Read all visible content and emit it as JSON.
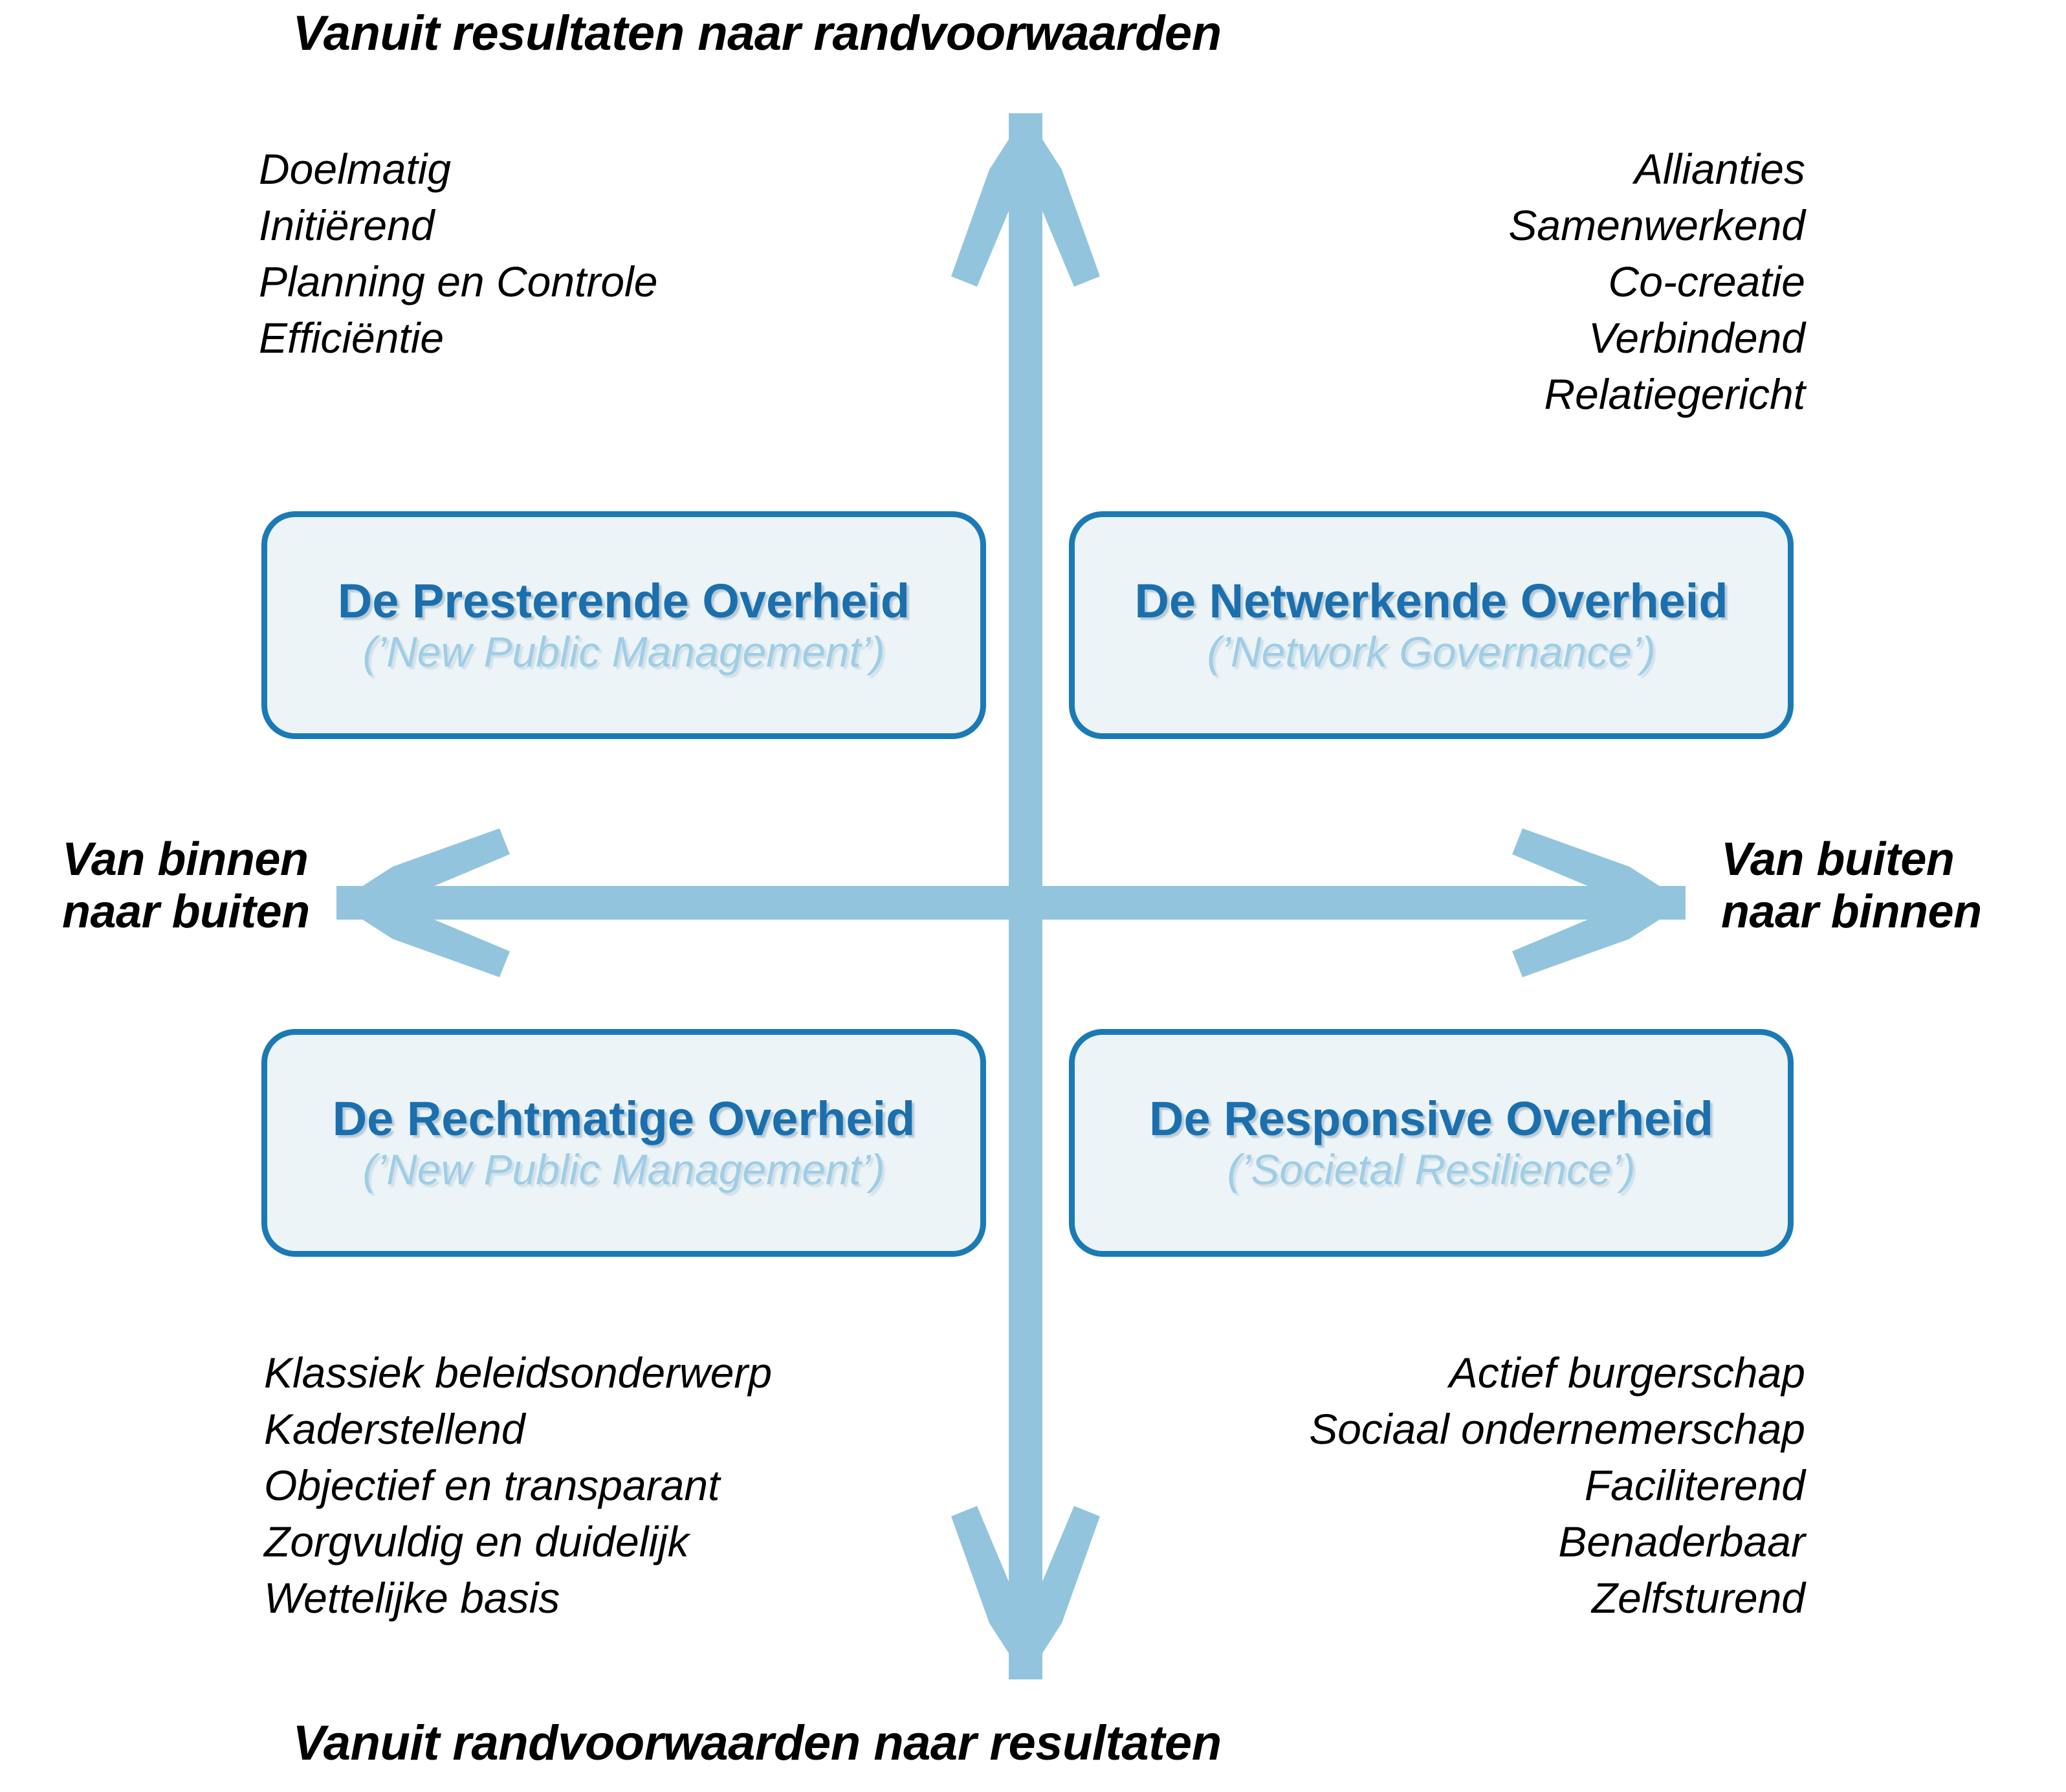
{
  "diagram": {
    "title_top": "Vanuit resultaten naar randvoorwaarden",
    "title_bottom": "Vanuit randvoorwaarden naar resultaten",
    "axis_left_line1": "Van binnen",
    "axis_left_line2": "naar buiten",
    "axis_right_line1": "Van buiten",
    "axis_right_line2": "naar binnen",
    "colors": {
      "axis_arrow": "#92c5dd",
      "box_border": "#1b7ab5",
      "box_fill": "#ecf4f7",
      "box_title": "#1b6fad",
      "box_subtitle": "#9fcde4",
      "text": "#000000"
    }
  },
  "quadrants": {
    "top_left": {
      "title": "De Presterende Overheid",
      "subtitle": "(’New Public Management’)",
      "keywords": [
        "Doelmatig",
        "Initiërend",
        "Planning en Controle",
        "Efficiëntie"
      ]
    },
    "top_right": {
      "title": "De Netwerkende Overheid",
      "subtitle": "(’Network Governance’)",
      "keywords": [
        "Allianties",
        "Samenwerkend",
        "Co-creatie",
        "Verbindend",
        "Relatiegericht"
      ]
    },
    "bottom_left": {
      "title": "De Rechtmatige Overheid",
      "subtitle": "(’New Public Management’)",
      "keywords": [
        "Klassiek beleidsonderwerp",
        "Kaderstellend",
        "Objectief en transparant",
        "Zorgvuldig en duidelijk",
        "Wettelijke basis"
      ]
    },
    "bottom_right": {
      "title": "De Responsive Overheid",
      "subtitle": "(’Societal Resilience’)",
      "keywords": [
        "Actief burgerschap",
        "Sociaal ondernemerschap",
        "Faciliterend",
        "Benaderbaar",
        "Zelfsturend"
      ]
    }
  }
}
